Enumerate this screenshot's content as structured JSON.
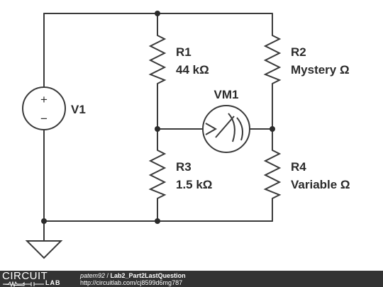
{
  "components": {
    "v1": {
      "name": "V1",
      "plus": "+",
      "minus": "−"
    },
    "r1": {
      "name": "R1",
      "value": "44 kΩ"
    },
    "r2": {
      "name": "R2",
      "value": "Mystery Ω"
    },
    "r3": {
      "name": "R3",
      "value": "1.5 kΩ"
    },
    "r4": {
      "name": "R4",
      "value": "Variable Ω"
    },
    "vm1": {
      "name": "VM1"
    }
  },
  "footer": {
    "logo_top": "CIRCUIT",
    "logo_bottom": "LAB",
    "user": "patem92",
    "separator": " / ",
    "title": "Lab2_Part2LastQuestion",
    "url": "http://circuitlab.com/cj8599d6mg787"
  },
  "colors": {
    "wire": "#3a3a3a",
    "footer_bg": "#333333",
    "text": "#2b2b2b"
  }
}
